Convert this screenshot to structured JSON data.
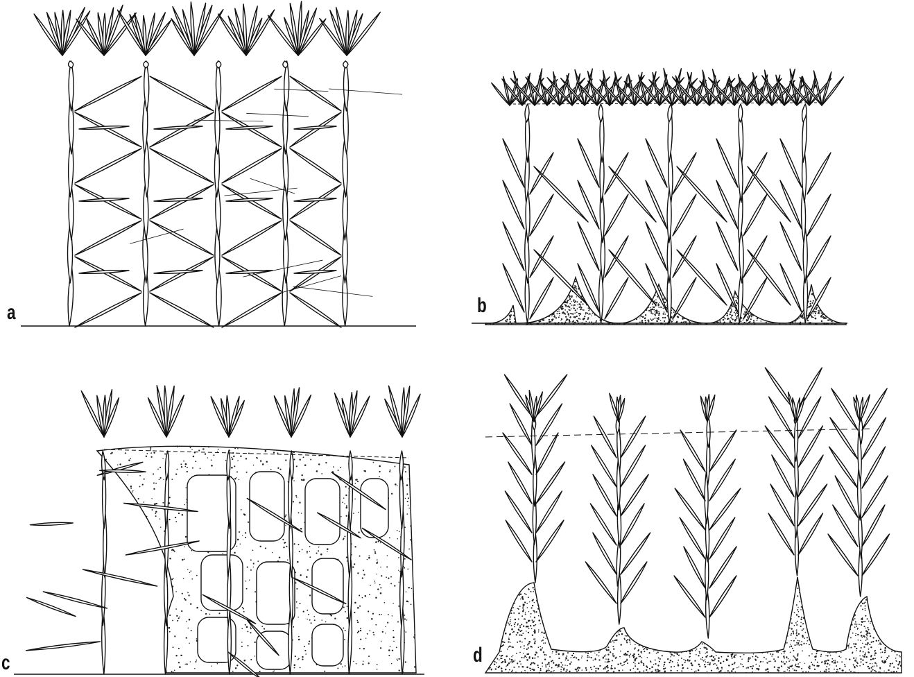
{
  "figure": {
    "panels": [
      {
        "id": "a",
        "label": "a"
      },
      {
        "id": "b",
        "label": "b"
      },
      {
        "id": "c",
        "label": "c"
      },
      {
        "id": "d",
        "label": "d"
      }
    ]
  },
  "colors": {
    "line": "#111111",
    "background": "#ffffff",
    "stipple": "#222222"
  }
}
